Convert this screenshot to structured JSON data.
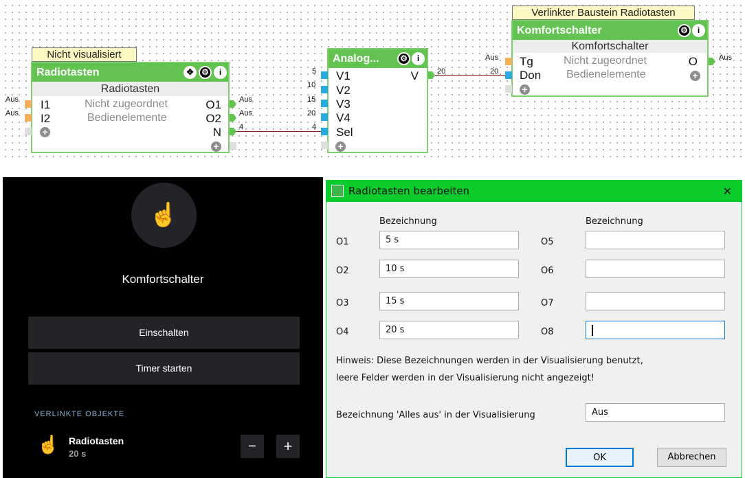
{
  "canvas": {
    "radio": {
      "tag": "Nicht visualisiert",
      "title": "Radiotasten",
      "subtitle": "Radiotasten",
      "in1": "I1",
      "in2": "I2",
      "out1": "O1",
      "out2": "O2",
      "out3": "N",
      "mid1": "Nicht zugeordnet",
      "mid2": "Bedienelemente",
      "in1_val": "Aus",
      "in2_val": "Aus",
      "out1_val": "Aus",
      "out2_val": "Aus",
      "out3_val": "4"
    },
    "analog": {
      "title": "Analog...",
      "in": [
        "V1",
        "V2",
        "V3",
        "V4",
        "Sel"
      ],
      "in_vals": [
        "5",
        "10",
        "15",
        "20",
        "4"
      ],
      "out": "V",
      "out_val": "20"
    },
    "komfort": {
      "tag": "Verlinkter Baustein Radiotasten",
      "title": "Komfortschalter",
      "subtitle": "Komfortschalter",
      "in1": "Tg",
      "in2": "Don",
      "out1": "O",
      "mid1": "Nicht zugeordnet",
      "mid2": "Bedienelemente",
      "in1_val": "Aus",
      "in2_val": "20",
      "out1_val": "Aus"
    }
  },
  "visu": {
    "title": "Komfortschalter",
    "buttons": [
      "Einschalten",
      "Timer starten"
    ],
    "linked_header": "VERLINKTE OBJEKTE",
    "linked_name": "Radiotasten",
    "linked_value": "20 s",
    "minus": "−",
    "plus": "+"
  },
  "dialog": {
    "title": "Radiotasten bearbeiten",
    "close": "✕",
    "col_header": "Bezeichnung",
    "left": [
      {
        "label": "O1",
        "value": "5 s"
      },
      {
        "label": "O2",
        "value": "10 s"
      },
      {
        "label": "O3",
        "value": "15 s"
      },
      {
        "label": "O4",
        "value": "20 s"
      }
    ],
    "right": [
      {
        "label": "O5",
        "value": ""
      },
      {
        "label": "O6",
        "value": ""
      },
      {
        "label": "O7",
        "value": ""
      },
      {
        "label": "O8",
        "value": ""
      }
    ],
    "hint1": "Hinweis: Diese Bezeichnungen werden in der Visualisierung benutzt,",
    "hint2": "leere Felder werden in der Visualisierung nicht angezeigt!",
    "all_off_label": "Bezeichnung 'Alles aus' in der Visualisierung",
    "all_off_value": "Aus",
    "ok": "OK",
    "cancel": "Abbrechen"
  }
}
